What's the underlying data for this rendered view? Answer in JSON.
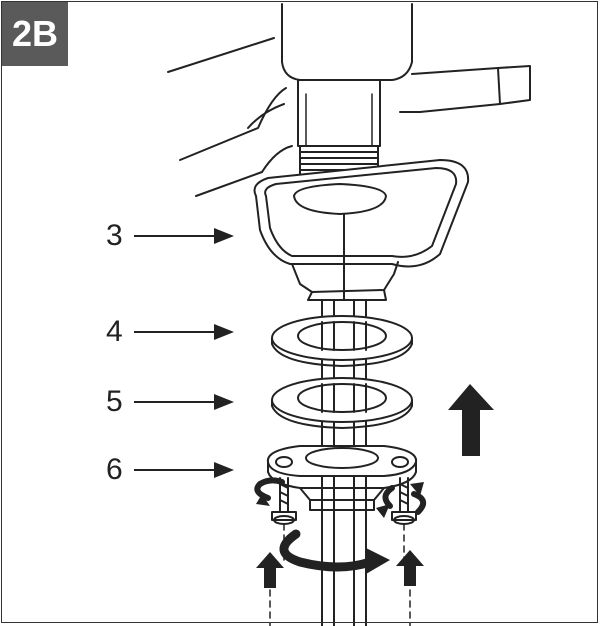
{
  "figure": {
    "badge": "2B",
    "callouts": [
      "3",
      "4",
      "5",
      "6"
    ],
    "colors": {
      "line": "#222222",
      "badge_bg": "#5a5a5a",
      "arrow_fill": "#222222"
    },
    "icons": [
      "arrow-right-icon",
      "arrow-up-icon",
      "rotate-arrow-icon"
    ]
  }
}
